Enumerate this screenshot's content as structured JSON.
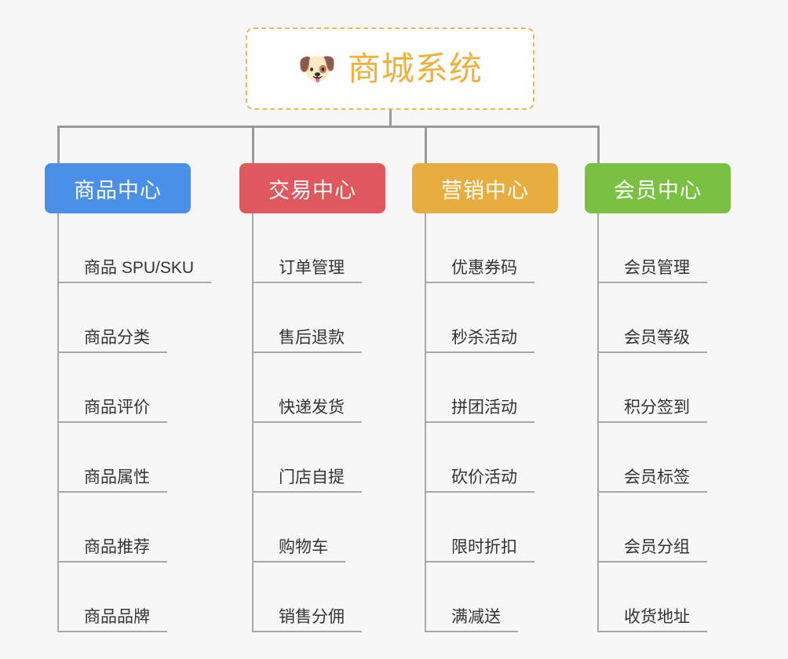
{
  "page": {
    "background_color": "#f7f7f7",
    "line_color": "#9a9a9a"
  },
  "root": {
    "icon": "shiba-dog-face-emoji",
    "emoji": "🐶",
    "title": "商城系统",
    "title_color": "#f0b03c",
    "border_color": "#eab85c",
    "border_style": "dashed"
  },
  "branches": [
    {
      "label": "商品中心",
      "color": "#4a90e8",
      "leaves": [
        {
          "label": "商品 SPU/SKU"
        },
        {
          "label": "商品分类"
        },
        {
          "label": "商品评价"
        },
        {
          "label": "商品属性"
        },
        {
          "label": "商品推荐"
        },
        {
          "label": "商品品牌"
        }
      ]
    },
    {
      "label": "交易中心",
      "color": "#e0585d",
      "leaves": [
        {
          "label": "订单管理"
        },
        {
          "label": "售后退款"
        },
        {
          "label": "快递发货"
        },
        {
          "label": "门店自提"
        },
        {
          "label": "购物车"
        },
        {
          "label": "销售分佣"
        }
      ]
    },
    {
      "label": "营销中心",
      "color": "#e8ad3f",
      "leaves": [
        {
          "label": "优惠券码"
        },
        {
          "label": "秒杀活动"
        },
        {
          "label": "拼团活动"
        },
        {
          "label": "砍价活动"
        },
        {
          "label": "限时折扣"
        },
        {
          "label": "满减送"
        }
      ]
    },
    {
      "label": "会员中心",
      "color": "#7ac143",
      "leaves": [
        {
          "label": "会员管理"
        },
        {
          "label": "会员等级"
        },
        {
          "label": "积分签到"
        },
        {
          "label": "会员标签"
        },
        {
          "label": "会员分组"
        },
        {
          "label": "收货地址"
        }
      ]
    }
  ]
}
